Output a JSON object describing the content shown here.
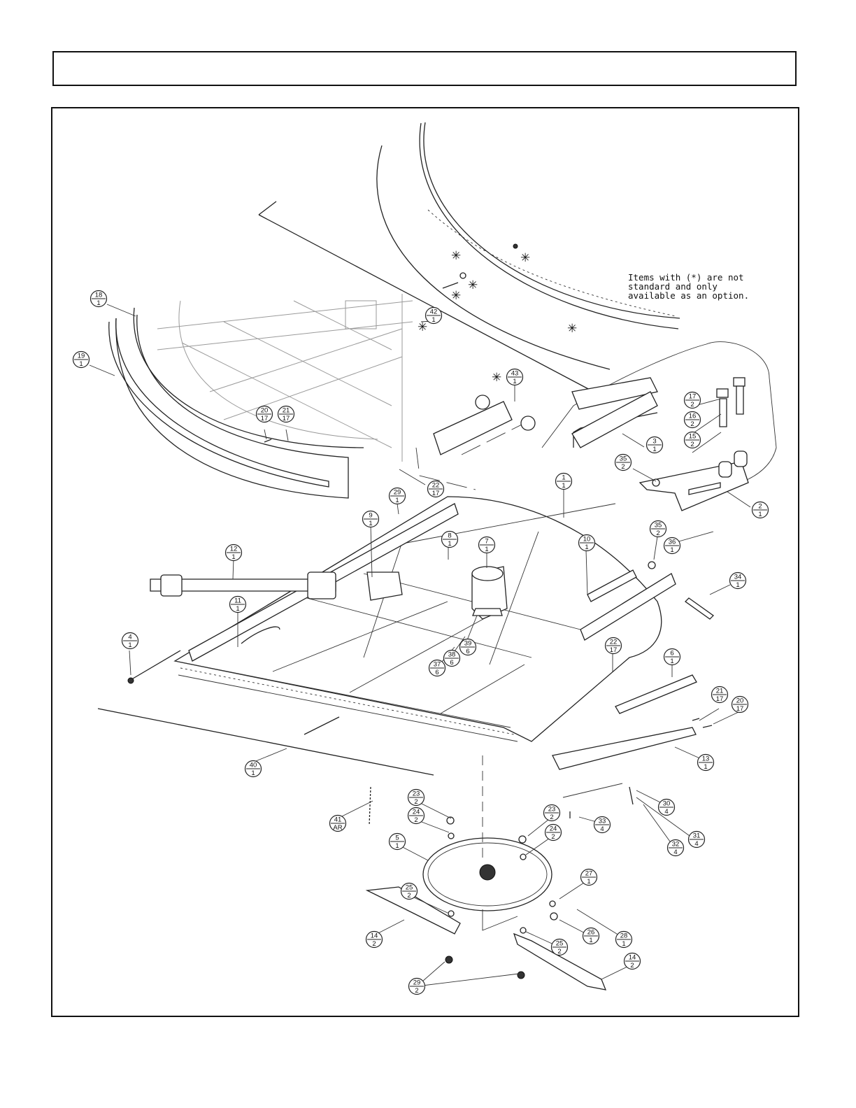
{
  "header": {
    "title": ""
  },
  "note": {
    "lines": [
      "Items with (*) are not",
      "standard and only",
      "available as an option."
    ]
  },
  "callouts": [
    {
      "id": "c18",
      "item": "18",
      "qty": "1"
    },
    {
      "id": "c19",
      "item": "19",
      "qty": "1"
    },
    {
      "id": "c20a",
      "item": "20",
      "qty": "17"
    },
    {
      "id": "c21a",
      "item": "21",
      "qty": "17"
    },
    {
      "id": "c42",
      "item": "42",
      "qty": "1"
    },
    {
      "id": "c43",
      "item": "43",
      "qty": "1"
    },
    {
      "id": "c17",
      "item": "17",
      "qty": "2"
    },
    {
      "id": "c16",
      "item": "16",
      "qty": "2"
    },
    {
      "id": "c15",
      "item": "15",
      "qty": "2"
    },
    {
      "id": "c3",
      "item": "3",
      "qty": "1"
    },
    {
      "id": "c35a",
      "item": "35",
      "qty": "2"
    },
    {
      "id": "c22a",
      "item": "22",
      "qty": "17"
    },
    {
      "id": "c29a",
      "item": "29",
      "qty": "1"
    },
    {
      "id": "c1",
      "item": "1",
      "qty": "1"
    },
    {
      "id": "c2",
      "item": "2",
      "qty": "1"
    },
    {
      "id": "c9",
      "item": "9",
      "qty": "1"
    },
    {
      "id": "c8",
      "item": "8",
      "qty": "1"
    },
    {
      "id": "c7",
      "item": "7",
      "qty": "1"
    },
    {
      "id": "c10",
      "item": "10",
      "qty": "1"
    },
    {
      "id": "c35b",
      "item": "35",
      "qty": "2"
    },
    {
      "id": "c36",
      "item": "36",
      "qty": "1"
    },
    {
      "id": "c12",
      "item": "12",
      "qty": "1"
    },
    {
      "id": "c34",
      "item": "34",
      "qty": "1"
    },
    {
      "id": "c11",
      "item": "11",
      "qty": "1"
    },
    {
      "id": "c4",
      "item": "4",
      "qty": "1"
    },
    {
      "id": "c39",
      "item": "39",
      "qty": "6"
    },
    {
      "id": "c38",
      "item": "38",
      "qty": "6"
    },
    {
      "id": "c37",
      "item": "37",
      "qty": "6"
    },
    {
      "id": "c22b",
      "item": "22",
      "qty": "17"
    },
    {
      "id": "c6",
      "item": "6",
      "qty": "1"
    },
    {
      "id": "c21b",
      "item": "21",
      "qty": "17"
    },
    {
      "id": "c20b",
      "item": "20",
      "qty": "17"
    },
    {
      "id": "c13",
      "item": "13",
      "qty": "1"
    },
    {
      "id": "c40",
      "item": "40",
      "qty": "1"
    },
    {
      "id": "c30",
      "item": "30",
      "qty": "4"
    },
    {
      "id": "c23a",
      "item": "23",
      "qty": "2"
    },
    {
      "id": "c24a",
      "item": "24",
      "qty": "2"
    },
    {
      "id": "c41",
      "item": "41",
      "qty": "AR"
    },
    {
      "id": "c23b",
      "item": "23",
      "qty": "2"
    },
    {
      "id": "c33",
      "item": "33",
      "qty": "4"
    },
    {
      "id": "c24b",
      "item": "24",
      "qty": "2"
    },
    {
      "id": "c31",
      "item": "31",
      "qty": "4"
    },
    {
      "id": "c32",
      "item": "32",
      "qty": "4"
    },
    {
      "id": "c5",
      "item": "5",
      "qty": "1"
    },
    {
      "id": "c27",
      "item": "27",
      "qty": "1"
    },
    {
      "id": "c25a",
      "item": "25",
      "qty": "2"
    },
    {
      "id": "c26",
      "item": "26",
      "qty": "1"
    },
    {
      "id": "c28",
      "item": "28",
      "qty": "1"
    },
    {
      "id": "c14a",
      "item": "14",
      "qty": "2"
    },
    {
      "id": "c25b",
      "item": "25",
      "qty": "2"
    },
    {
      "id": "c14b",
      "item": "14",
      "qty": "2"
    },
    {
      "id": "c29b",
      "item": "29",
      "qty": "2"
    }
  ],
  "optional_marker": "✳",
  "icons": {
    "callout": "item-qty-balloon-icon",
    "optional": "asterisk-icon"
  }
}
